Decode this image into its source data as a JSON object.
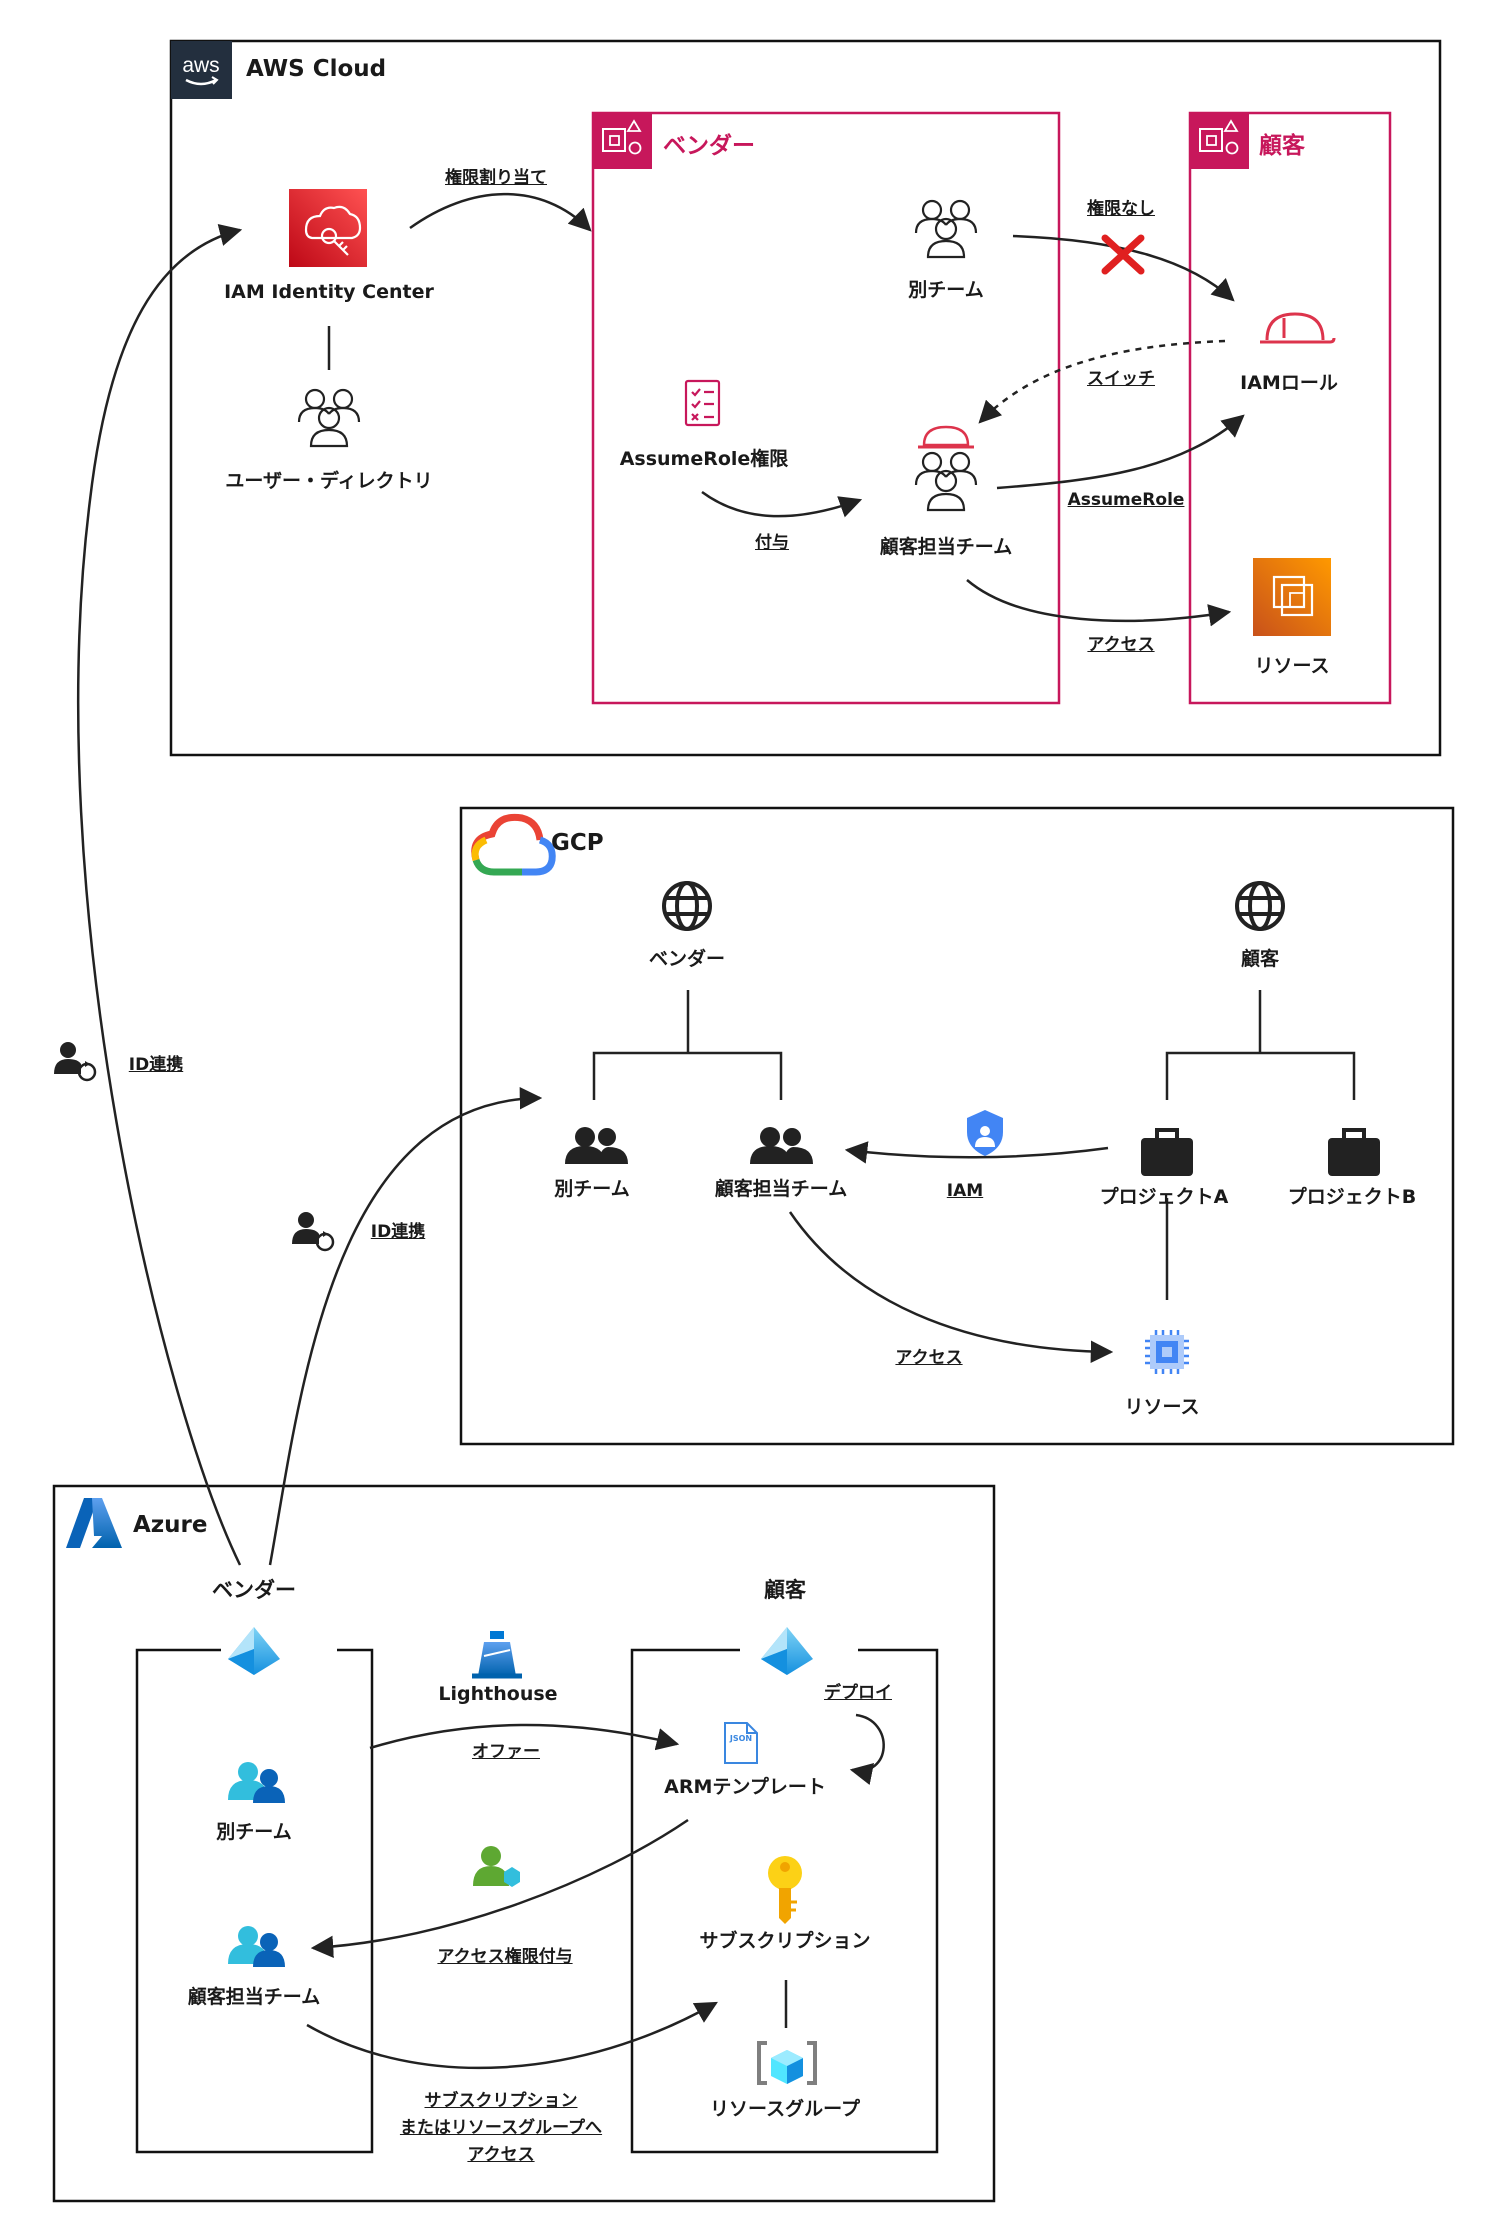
{
  "aws": {
    "title": "AWS Cloud",
    "logo_text": "aws",
    "vendor_title": "ベンダー",
    "customer_title": "顧客",
    "nodes": {
      "identity_center": "IAM Identity Center",
      "user_directory": "ユーザー・ディレクトリ",
      "other_team": "別チーム",
      "assume_role_perm": "AssumeRole権限",
      "customer_team": "顧客担当チーム",
      "iam_role": "IAMロール",
      "resource": "リソース"
    },
    "edges": {
      "assign_perm": "権限割り当て",
      "no_perm": "権限なし",
      "switch": "スイッチ",
      "assume_role": "AssumeRole",
      "grant": "付与",
      "access": "アクセス"
    }
  },
  "gcp": {
    "title": "GCP",
    "nodes": {
      "vendor_org": "ベンダー",
      "customer_org": "顧客",
      "other_team": "別チーム",
      "customer_team": "顧客担当チーム",
      "iam": "IAM",
      "project_a": "プロジェクトA",
      "project_b": "プロジェクトB",
      "resource": "リソース"
    },
    "edges": {
      "access": "アクセス"
    }
  },
  "azure": {
    "title": "Azure",
    "vendor_title": "ベンダー",
    "customer_title": "顧客",
    "nodes": {
      "lighthouse": "Lighthouse",
      "arm_template": "ARMテンプレート",
      "json_tag": "JSON",
      "other_team": "別チーム",
      "customer_team": "顧客担当チーム",
      "subscription": "サブスクリプション",
      "resource_group": "リソースグループ"
    },
    "edges": {
      "offer": "オファー",
      "deploy": "デプロイ",
      "grant_access": "アクセス権限付与",
      "access_line1": "サブスクリプション",
      "access_line2": "またはリソースグループへ",
      "access_line3": "アクセス"
    }
  },
  "federation": {
    "label_aws": "ID連携",
    "label_gcp": "ID連携"
  },
  "colors": {
    "aws_red": "#dd344c",
    "aws_pink": "#c7175b",
    "aws_orange": "#ed7100",
    "no_perm_red": "#e02020",
    "gcp_blue": "#4285f4",
    "azure_blue": "#0078d4",
    "line": "#222222"
  }
}
